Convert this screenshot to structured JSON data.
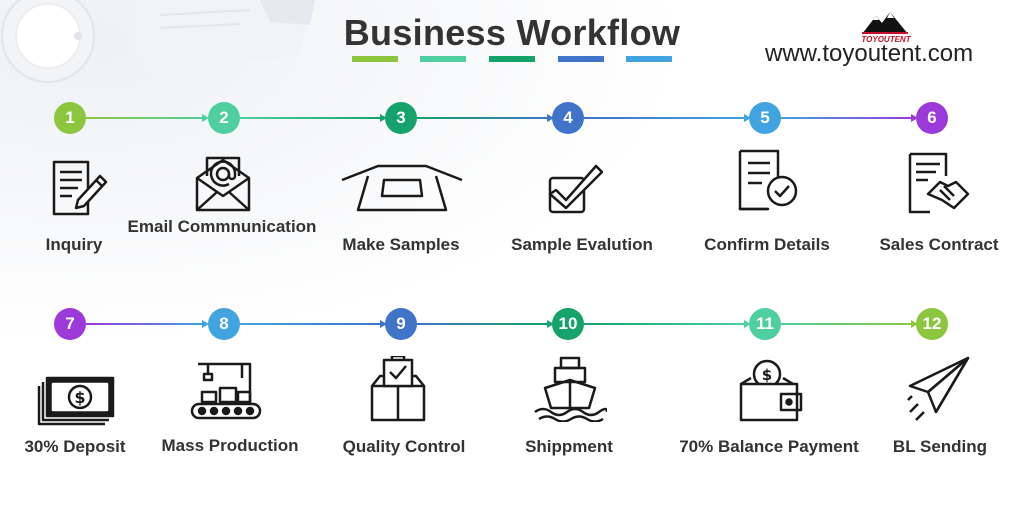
{
  "header": {
    "title": "Business Workflow",
    "website": "www.toyoutent.com",
    "brand_name": "TOYOUTENT"
  },
  "colors": {
    "green_light": "#8cc63f",
    "green_mint": "#4fcf9f",
    "green_dark": "#16a26b",
    "blue_dark": "#3f74c9",
    "blue_light": "#41a3df",
    "purple": "#9b39d9"
  },
  "steps": [
    {
      "number": "1",
      "label": "Inquiry",
      "icon": "document-pencil-icon"
    },
    {
      "number": "2",
      "label": "Email Commnunication",
      "icon": "email-envelope-icon"
    },
    {
      "number": "3",
      "label": "Make Samples",
      "icon": "rooftop-tent-icon"
    },
    {
      "number": "4",
      "label": "Sample Evalution",
      "icon": "checkbox-icon"
    },
    {
      "number": "5",
      "label": "Confirm Details",
      "icon": "document-check-icon"
    },
    {
      "number": "6",
      "label": "Sales Contract",
      "icon": "contract-handshake-icon"
    },
    {
      "number": "7",
      "label": "30% Deposit",
      "icon": "cash-stack-icon"
    },
    {
      "number": "8",
      "label": "Mass Production",
      "icon": "factory-conveyor-icon"
    },
    {
      "number": "9",
      "label": "Quality Control",
      "icon": "quality-box-icon"
    },
    {
      "number": "10",
      "label": "Shippment",
      "icon": "cargo-ship-icon"
    },
    {
      "number": "11",
      "label": "70% Balance Payment",
      "icon": "wallet-coin-icon"
    },
    {
      "number": "12",
      "label": "BL Sending",
      "icon": "paper-plane-icon"
    }
  ]
}
